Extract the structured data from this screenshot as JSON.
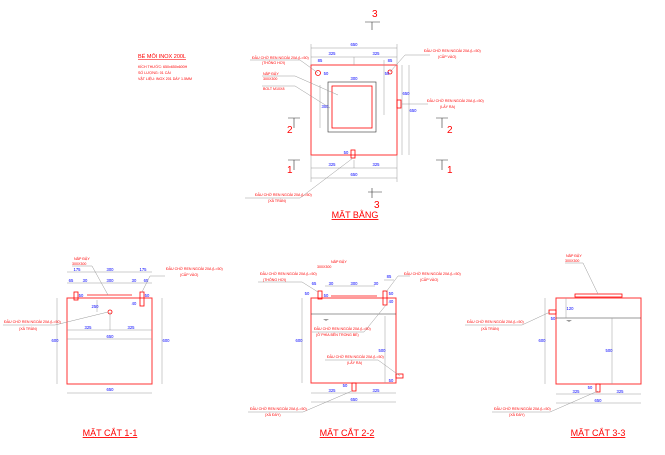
{
  "notes": {
    "title": "BỂ MÔI INOX 200L",
    "lines": [
      "KÍCH THƯỚC: 650x650x600H",
      "SỐ LƯỢNG: 01 CÁI",
      "VẬT LIỆU: INOX 201 DÀY 1.5MM"
    ]
  },
  "labels": {
    "fitting": "ĐẦU CHỜ REN NGOÀI 20A (L=50)",
    "vent": "(THÔNG HƠI)",
    "inlet": "(CẤP VÀO)",
    "outlet": "(LẤY RA)",
    "overflow": "(XẢ TRÀN)",
    "drain": "(XẢ ĐÁY)",
    "inside": "(Ở PHÍA BÊN TRONG BỂ)",
    "lid": "NẮP ĐẬY",
    "lid_size": "300X300",
    "bolt": "BOLT M10X8"
  },
  "plan": {
    "title": "MẶT BẰNG",
    "section_marks": [
      "1",
      "2",
      "3"
    ],
    "dims": [
      "650",
      "325",
      "325",
      "325",
      "325",
      "650",
      "300",
      "300",
      "650",
      "650",
      "50",
      "50",
      "85",
      "85",
      "50"
    ]
  },
  "section_1": {
    "title": "MẶT CẮT 1-1",
    "dims": [
      "175",
      "300",
      "175",
      "65",
      "30",
      "300",
      "30",
      "65",
      "50",
      "50",
      "250",
      "40",
      "325",
      "325",
      "650",
      "600",
      "600",
      "650"
    ]
  },
  "section_2": {
    "title": "MẶT CẮT 2-2",
    "dims": [
      "65",
      "30",
      "300",
      "30",
      "85",
      "50",
      "50",
      "50",
      "40",
      "600",
      "500",
      "50",
      "50",
      "325",
      "325",
      "650"
    ]
  },
  "section_3": {
    "title": "MẶT CẮT 3-3",
    "dims": [
      "120",
      "50",
      "600",
      "500",
      "50",
      "325",
      "325",
      "650"
    ]
  }
}
